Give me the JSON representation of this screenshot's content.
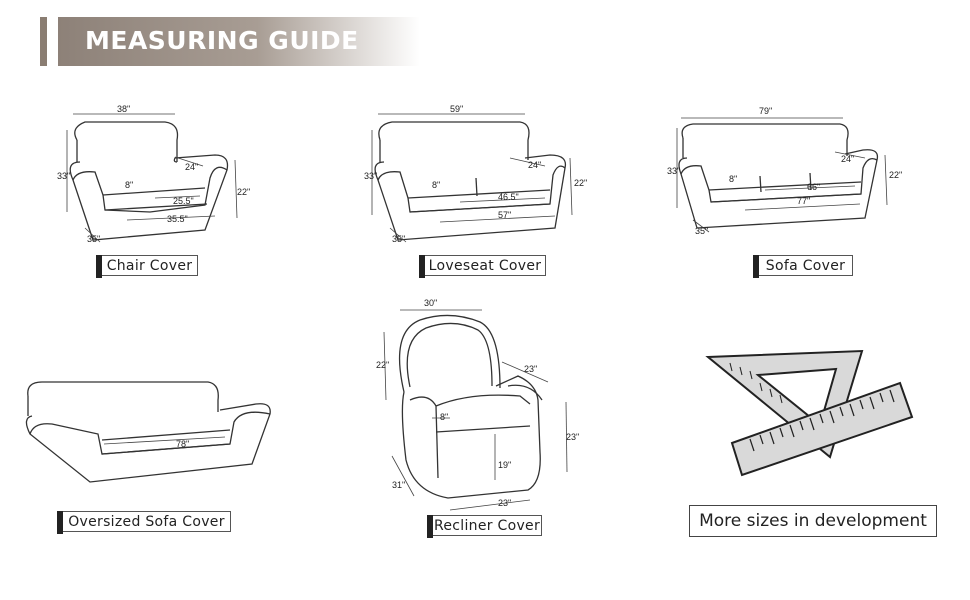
{
  "header": {
    "title": "MEASURING GUIDE"
  },
  "chair": {
    "label": "Chair Cover",
    "dims": {
      "width": "38\"",
      "height": "33\"",
      "arm_height": "22\"",
      "depth": "35\"",
      "arm": "8\"",
      "back": "24\"",
      "seat": "25.5\"",
      "front": "35.5\""
    }
  },
  "loveseat": {
    "label": "Loveseat Cover",
    "dims": {
      "width": "59\"",
      "height": "33\"",
      "arm_height": "22\"",
      "depth": "35\"",
      "arm": "8\"",
      "back": "24\"",
      "seat": "46.5\"",
      "front": "57\""
    }
  },
  "sofa": {
    "label": "Sofa Cover",
    "dims": {
      "width": "79\"",
      "height": "33\"",
      "arm_height": "22\"",
      "depth": "35\"",
      "arm": "8\"",
      "back": "24\"",
      "seat": "66\"",
      "front": "77\""
    }
  },
  "oversized": {
    "label": "Oversized Sofa Cover",
    "dims": {
      "seat": "78\""
    }
  },
  "recliner": {
    "label": "Recliner Cover",
    "dims": {
      "width": "30\"",
      "back_height": "22\"",
      "back_depth": "23\"",
      "arm": "8\"",
      "seat_height": "19\"",
      "arm_height": "23\"",
      "depth": "31\"",
      "front": "23\""
    }
  },
  "more_sizes": {
    "label": "More sizes in development"
  },
  "icons": {
    "ruler": "ruler-triangle-icon"
  }
}
